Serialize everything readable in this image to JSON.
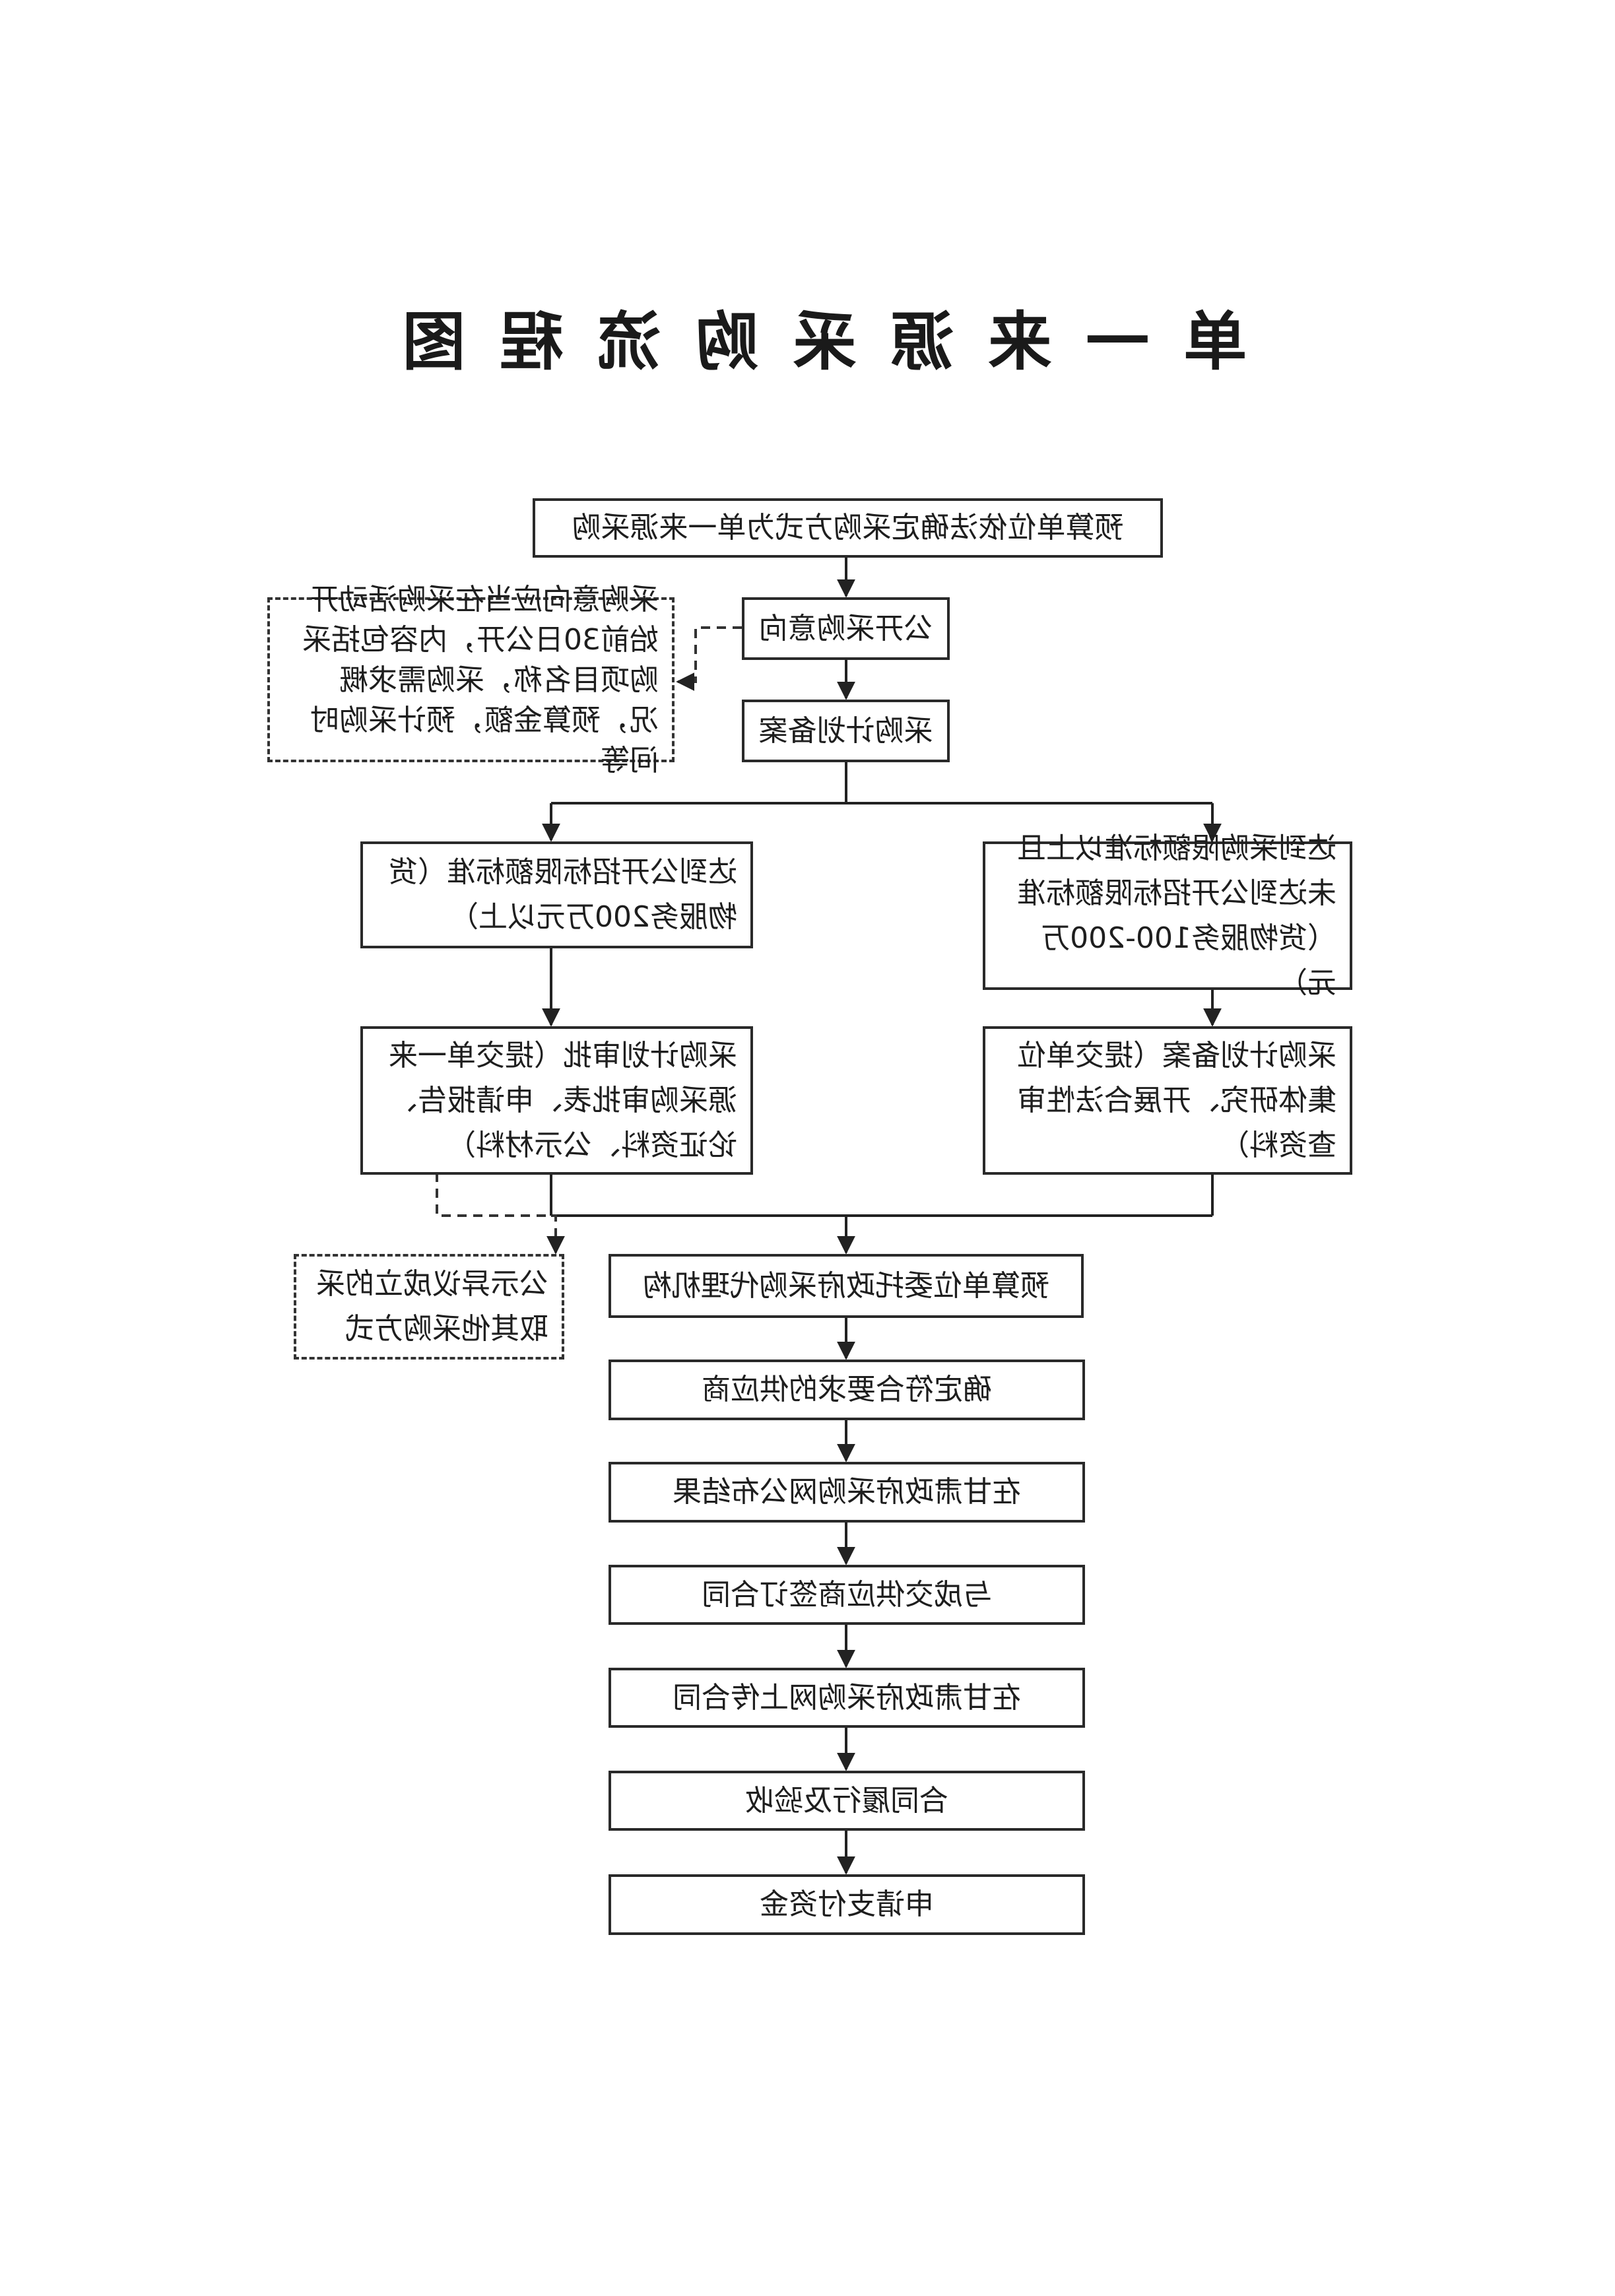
{
  "title": "单一来源采购流程图",
  "flow": {
    "determine_method": "预算单位依法确定采购方式为单一来源采购",
    "intent_public": "公开采购意向",
    "intent_note": "采购意向应当在采购活动开始前30日公开，内容包括采购项目名称，采购需求概况，预算金额，预计采购时间等",
    "plan_filing": "采购计划备案",
    "branch_high": "达到公开招标限额标准（货物服务200万元以上）",
    "branch_low": "达到采购限额标准以上且未达到公开招标限额标准（货物服务100-200万元）",
    "high_approval": "采购计划审批（提交单一来源采购审批表、申请报告、论证资料、公示材料）",
    "low_filing": "采购计划备案（提交单位集体研究、开展合法性审查资料）",
    "objection_note": "公示异议成立的采取其他采购方式",
    "entrust_agency": "预算单位委托政府采购代理机构",
    "confirm_supplier": "确定符合要求的供应商",
    "publish_result": "在甘肃政府采购网公布结果",
    "sign_contract": "与成交供应商签订合同",
    "upload_contract": "在甘肃政府采购网上传合同",
    "perform_accept": "合同履行及验收",
    "apply_payment": "申请支付资金"
  }
}
